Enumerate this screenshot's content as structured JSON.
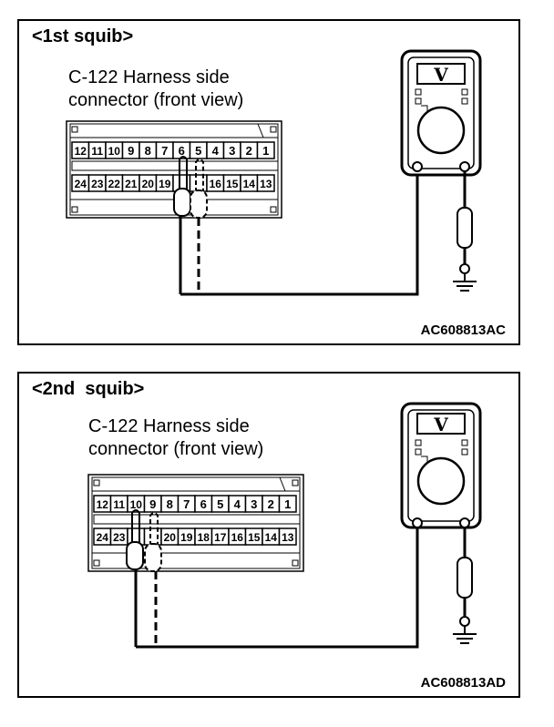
{
  "panels": [
    {
      "title": "<1st squib>",
      "caption_line1": "C-122 Harness side",
      "caption_line2": "connector (front view)",
      "code": "AC608813AC",
      "top_pins": [
        "12",
        "11",
        "10",
        "9",
        "8",
        "7",
        "6",
        "5",
        "4",
        "3",
        "2",
        "1"
      ],
      "bottom_pins": [
        "24",
        "23",
        "22",
        "21",
        "20",
        "19",
        "",
        "",
        "16",
        "15",
        "14",
        "13"
      ],
      "probed_pins": [
        "6",
        "5"
      ]
    },
    {
      "title": "<2nd  squib>",
      "caption_line1": "C-122 Harness side",
      "caption_line2": "connector (front view)",
      "code": "AC608813AD",
      "top_pins": [
        "12",
        "11",
        "10",
        "9",
        "8",
        "7",
        "6",
        "5",
        "4",
        "3",
        "2",
        "1"
      ],
      "bottom_pins": [
        "24",
        "23",
        "",
        "",
        "20",
        "19",
        "18",
        "17",
        "16",
        "15",
        "14",
        "13"
      ],
      "probed_pins": [
        "10",
        "9"
      ]
    }
  ],
  "meter": {
    "symbol": "V"
  }
}
